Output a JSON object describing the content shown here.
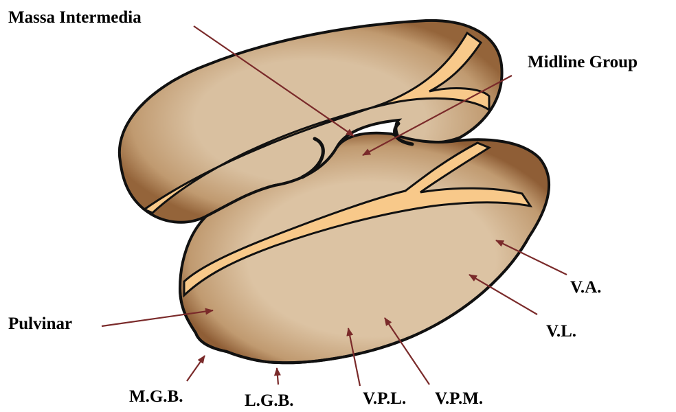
{
  "labels": {
    "massa_intermedia": "Massa Intermedia",
    "midline_group": "Midline Group",
    "va": "V.A.",
    "vl": "V.L.",
    "pulvinar": "Pulvinar",
    "mgb": "M.G.B.",
    "lgb": "L.G.B.",
    "vpl": "V.P.L.",
    "vpm": "V.P.M."
  },
  "colors": {
    "tissue": "#d9c0a0",
    "tissue_shadow": "#94643a",
    "band": "#f8c98a",
    "outline": "#111111",
    "arrow": "#7a2a2a",
    "text": "#000000"
  }
}
